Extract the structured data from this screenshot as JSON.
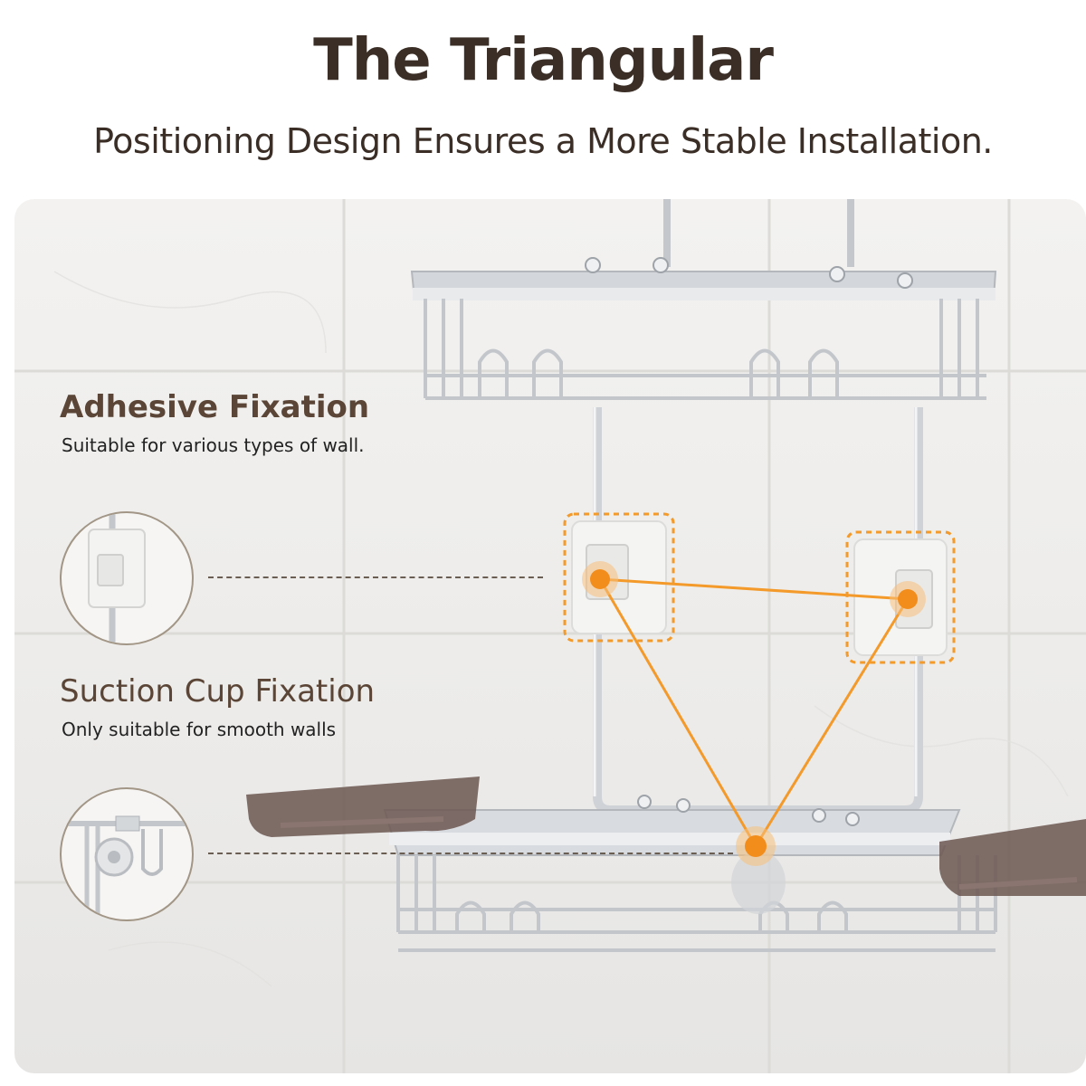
{
  "header": {
    "title": "The Triangular",
    "subtitle": "Positioning Design Ensures a More Stable Installation."
  },
  "features": [
    {
      "title": "Adhesive Fixation",
      "description": "Suitable for various types of wall."
    },
    {
      "title": "Suction Cup Fixation",
      "description": "Only suitable for smooth walls"
    }
  ],
  "colors": {
    "title_text": "#3a2e26",
    "feature_title": "#5a4536",
    "accent_orange": "#f39a2b",
    "tray_brown": "#6b5650",
    "rack_silver": "#c9ccd0"
  },
  "icons": [
    "adhesive-hook-icon",
    "suction-cup-icon",
    "triangle-connector-icon"
  ]
}
